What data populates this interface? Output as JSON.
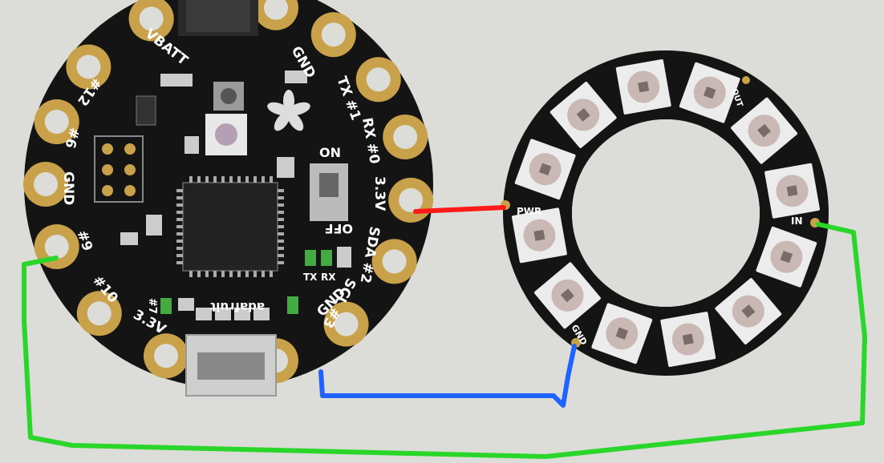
{
  "colors": {
    "background": "#dcdcd8",
    "pcb": "#141414",
    "pad_gold": "#c8a14a",
    "wire_power": "#ff1a1a",
    "wire_ground": "#1f63ff",
    "wire_data": "#29d629"
  },
  "flora_board": {
    "pad_labels": {
      "vbatt": "VBATT",
      "gnd_top": "GND",
      "tx": "TX #1",
      "rx": "RX #0",
      "v33_right": "3.3V",
      "sda": "SDA #2",
      "scl": "SCL #3",
      "gnd_bottom": "GND",
      "v33_left": "3.3V",
      "d10": "#10",
      "d6": "#6",
      "gnd_left": "GND",
      "d9": "#9",
      "d12": "#12"
    },
    "switch_on": "ON",
    "switch_off": "OFF",
    "led_tx": "TX",
    "led_rx": "RX",
    "d7": "#7",
    "brand": "adafruit"
  },
  "neopixel_ring": {
    "pwr_label": "PWR",
    "gnd_label": "GND",
    "in_label": "IN",
    "out_label": "OUT"
  }
}
